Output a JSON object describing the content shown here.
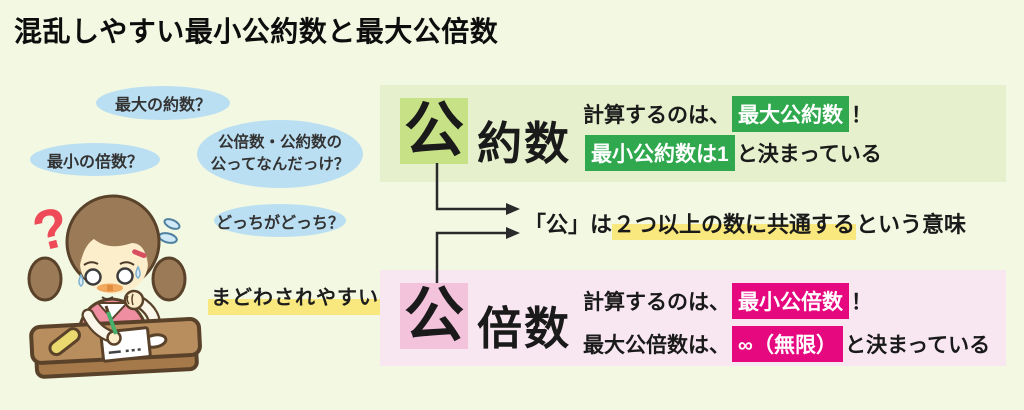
{
  "title": "混乱しやすい最小公約数と最大公倍数",
  "bubbles": [
    {
      "text": "最大の約数？"
    },
    {
      "text": "最小の倍数？"
    },
    {
      "line1": "公倍数・公約数の",
      "line2": "公ってなんだっけ？"
    },
    {
      "text": "どっちがどっち？"
    }
  ],
  "confused_note": "まどわされやすい！",
  "panels": {
    "divisor": {
      "kanji": "公",
      "suffix": "約数",
      "line1": {
        "prefix": "計算するのは、",
        "highlight": "最大公約数",
        "suffix": "！"
      },
      "line2": {
        "highlight": "最小公約数は1",
        "suffix": "と決まっている"
      },
      "accent_color": "#2fa84e"
    },
    "multiple": {
      "kanji": "公",
      "suffix": "倍数",
      "line1": {
        "prefix": "計算するのは、",
        "highlight": "最小公倍数",
        "suffix": "！"
      },
      "line2": {
        "prefix": "最大公倍数は、",
        "highlight": "∞（無限）",
        "suffix": "と決まっている"
      },
      "accent_color": "#e5087f"
    }
  },
  "middle_note": {
    "prefix": "「公」は",
    "highlight": "２つ以上の数に共通する",
    "suffix": "という意味"
  },
  "colors": {
    "background": "#f2f8e2",
    "panel_green": "#e6f0cc",
    "panel_pink": "#f8e7f1",
    "kanji_green_bg": "#c7e186",
    "kanji_pink_bg": "#f3c3dc",
    "bubble_blue": "#bbdff2",
    "highlight_yellow": "#f8e87d",
    "question_mark_red": "#ee4a57"
  }
}
